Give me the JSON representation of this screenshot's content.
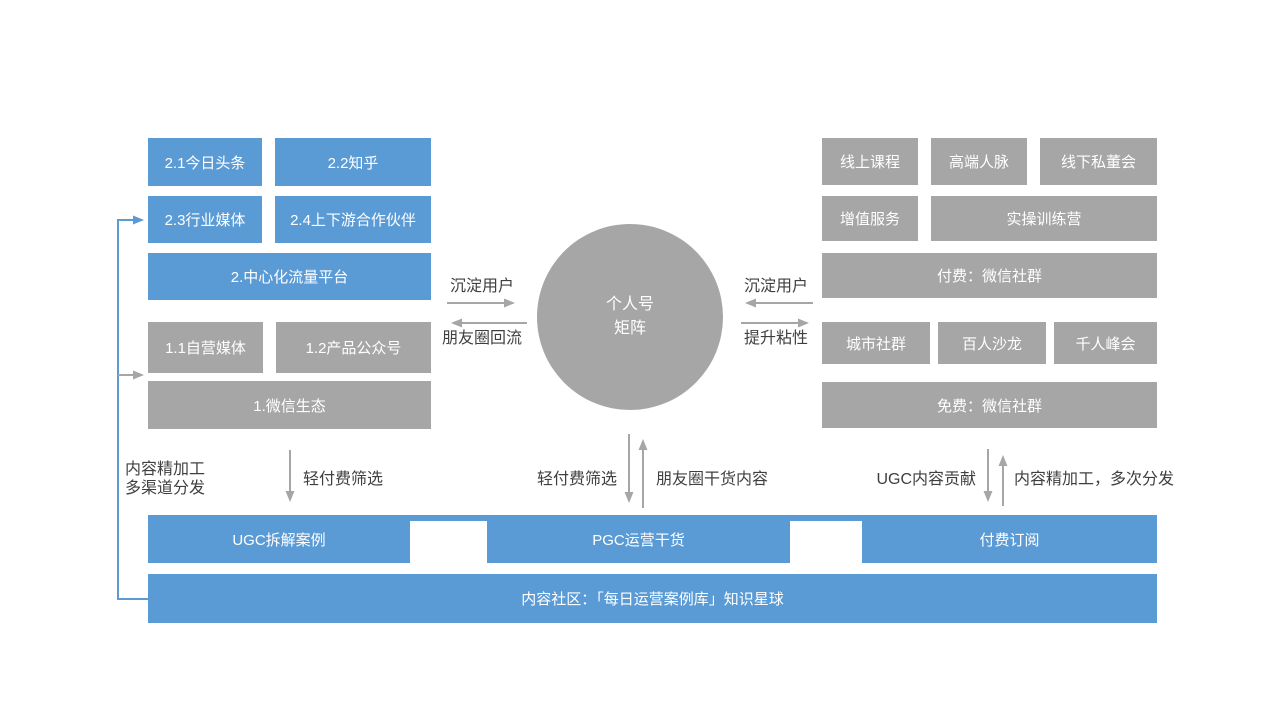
{
  "colors": {
    "box_blue": "#5B9BD5",
    "box_gray": "#A6A6A6",
    "arrow_gray": "#A6A6A6",
    "label_text": "#3F3F3F",
    "box_text": "#FFFFFF"
  },
  "groups": {
    "centralized_platform": {
      "cells": [
        "2.1今日头条",
        "2.2知乎",
        "2.3行业媒体",
        "2.4上下游合作伙伴"
      ],
      "footer": "2.中心化流量平台"
    },
    "wechat_ecosystem": {
      "cells": [
        "1.1自营媒体",
        "1.2产品公众号"
      ],
      "footer": "1.微信生态"
    },
    "paid_community": {
      "cells": [
        "线上课程",
        "高端人脉",
        "线下私董会",
        "增值服务",
        "实操训练营"
      ],
      "footer": "付费：微信社群"
    },
    "free_community": {
      "cells": [
        "城市社群",
        "百人沙龙",
        "千人峰会"
      ],
      "footer": "免费：微信社群"
    }
  },
  "center_circle": {
    "line1": "个人号",
    "line2": "矩阵"
  },
  "arrow_labels": {
    "left_in": "沉淀用户",
    "left_out": "朋友圈回流",
    "right_in": "沉淀用户",
    "right_out": "提升粘性",
    "left_down": "轻付费筛选",
    "center_down": "轻付费筛选",
    "center_up": "朋友圈干货内容",
    "right_down": "UGC内容贡献",
    "right_up": "内容精加工，多次分发",
    "connector_line1": "内容精加工",
    "connector_line2": "多渠道分发"
  },
  "bottom": {
    "boxes": [
      "UGC拆解案例",
      "PGC运营干货",
      "付费订阅"
    ],
    "footer": "内容社区：「每日运营案例库」知识星球"
  }
}
